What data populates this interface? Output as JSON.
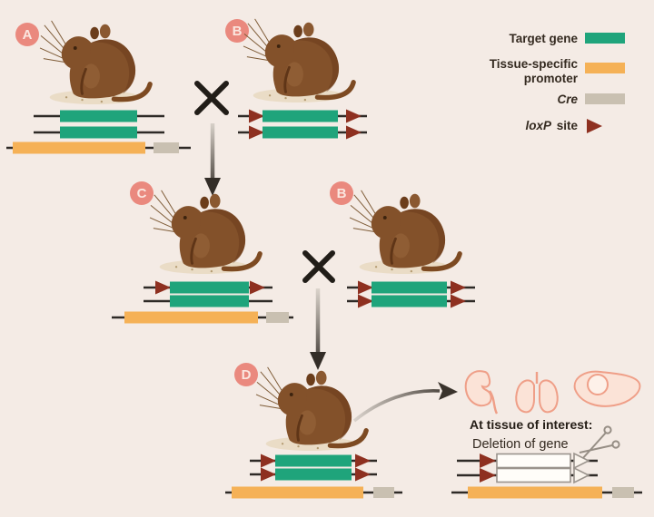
{
  "legend": {
    "target_gene_label": "Target gene",
    "tissue_specific_label_line1": "Tissue-specific",
    "tissue_specific_label_line2": "promoter",
    "cre_label": "Cre",
    "loxp_label_italic": "loxP",
    "loxp_label_rest": " site"
  },
  "badges": {
    "a": "A",
    "b_top": "B",
    "c": "C",
    "b_mid": "B",
    "d": "D"
  },
  "annotations": {
    "tissue_heading": "At tissue of interest:",
    "deletion_label": "Deletion of gene"
  },
  "colors": {
    "background": "#f4ebe5",
    "target_gene": "#1fa47b",
    "tissue_specific_promoter": "#f5b156",
    "cre": "#c9c0b1",
    "loxp_site": "#8e3020",
    "badge": "#ea897e",
    "construct_line": "#2e2a26",
    "mouse_brown": "#83512a",
    "organ_outline": "#ef9f88"
  },
  "icons": {
    "cross": "✕",
    "down-arrow": "↓",
    "curved-arrow": "⤳",
    "scissors": "✂",
    "loxp-triangle": "▶",
    "kidney": "kidney-sketch",
    "lungs": "lungs-sketch",
    "liver": "liver-sketch",
    "mouse": "mouse-illustration"
  }
}
